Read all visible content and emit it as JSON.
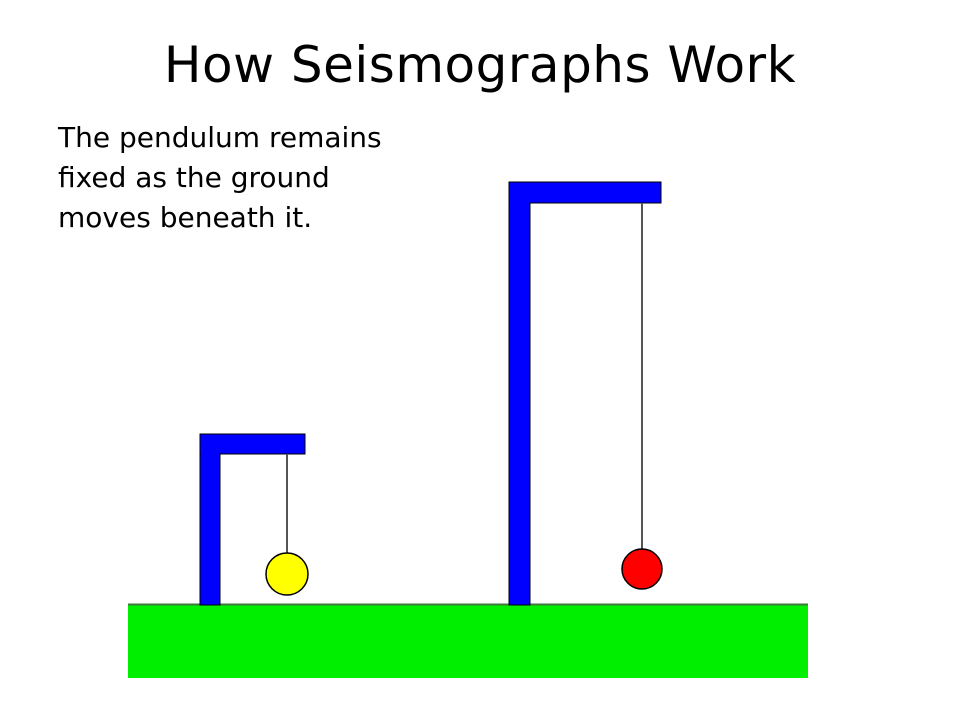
{
  "slide": {
    "title": "How Seismographs Work",
    "caption_lines": [
      "The pendulum remains",
      "fixed as the ground",
      "moves beneath it."
    ]
  },
  "colors": {
    "frame": "#0000FF",
    "ground": "#00EE00",
    "ground_edge": "#3a7a3a",
    "string": "#555555",
    "bob_small": "#FFFF00",
    "bob_large": "#FF0000",
    "outline": "#000000"
  }
}
